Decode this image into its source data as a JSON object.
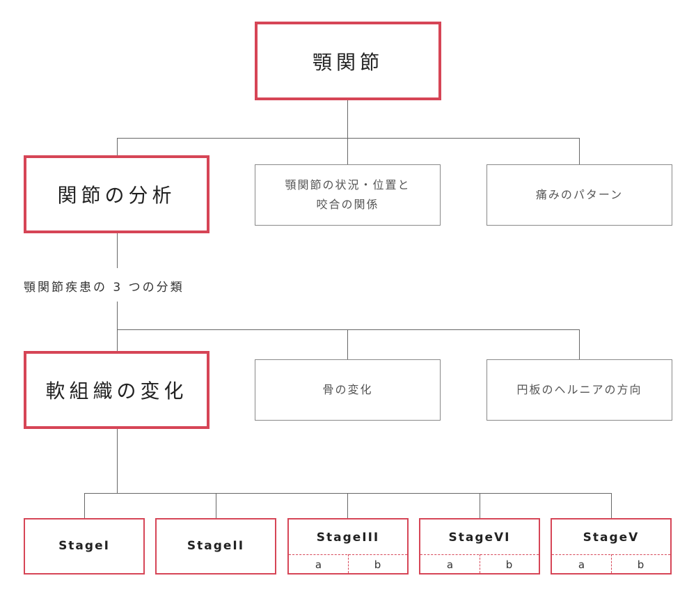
{
  "root": "顎関節",
  "level1": {
    "analysis": "関節の分析",
    "condition_line1": "顎関節の状況・位置と",
    "condition_line2": "咬合の関係",
    "pain": "痛みのパターン"
  },
  "classification_label": "顎関節疾患の 3 つの分類",
  "level2": {
    "soft_tissue": "軟組織の変化",
    "bone": "骨の変化",
    "disc": "円板のヘルニアの方向"
  },
  "stages": [
    {
      "label": "StageI"
    },
    {
      "label": "StageII"
    },
    {
      "label": "StageIII",
      "sub_a": "a",
      "sub_b": "b"
    },
    {
      "label": "StageVI",
      "sub_a": "a",
      "sub_b": "b"
    },
    {
      "label": "StageV",
      "sub_a": "a",
      "sub_b": "b"
    }
  ]
}
